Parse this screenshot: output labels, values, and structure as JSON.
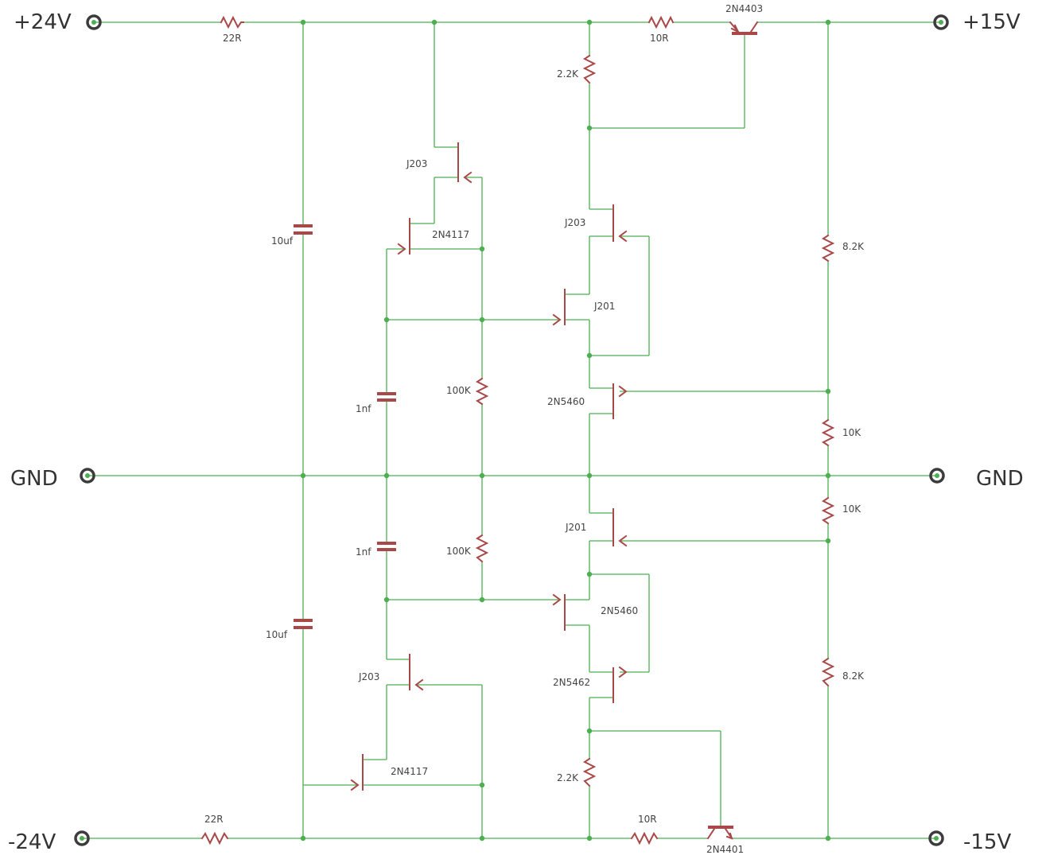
{
  "terminals": {
    "pos24": "+24V",
    "pos15": "+15V",
    "gnd_left": "GND",
    "gnd_right": "GND",
    "neg24": "-24V",
    "neg15": "-15V"
  },
  "components": {
    "r_top_22": "22R",
    "r_bot_22": "22R",
    "c_top_10": "10uf",
    "c_bot_10": "10uf",
    "c_top_1n": "1nf",
    "c_bot_1n": "1nf",
    "r_top_100k": "100K",
    "r_bot_100k": "100K",
    "q_top_j203a": "J203",
    "q_top_2n4117": "2N4117",
    "q_bot_j203a": "J203",
    "q_bot_2n4117": "2N4117",
    "r_top_22k": "2.2K",
    "r_top_10r": "10R",
    "q_top_2n4403": "2N4403",
    "q_top_j203b": "J203",
    "q_top_j201": "J201",
    "q_top_2n5460": "2N5460",
    "q_bot_j201": "J201",
    "q_bot_2n5460": "2N5460",
    "q_bot_2n5462": "2N5462",
    "r_bot_22k": "2.2K",
    "r_bot_10r": "10R",
    "q_bot_2n4401": "2N4401",
    "r_top_82k": "8.2K",
    "r_top_10k": "10K",
    "r_bot_10k": "10K",
    "r_bot_82k": "8.2K"
  },
  "colors": {
    "wire": "#4caf50",
    "component": "#a94848",
    "terminal": "#3c3c3c"
  }
}
